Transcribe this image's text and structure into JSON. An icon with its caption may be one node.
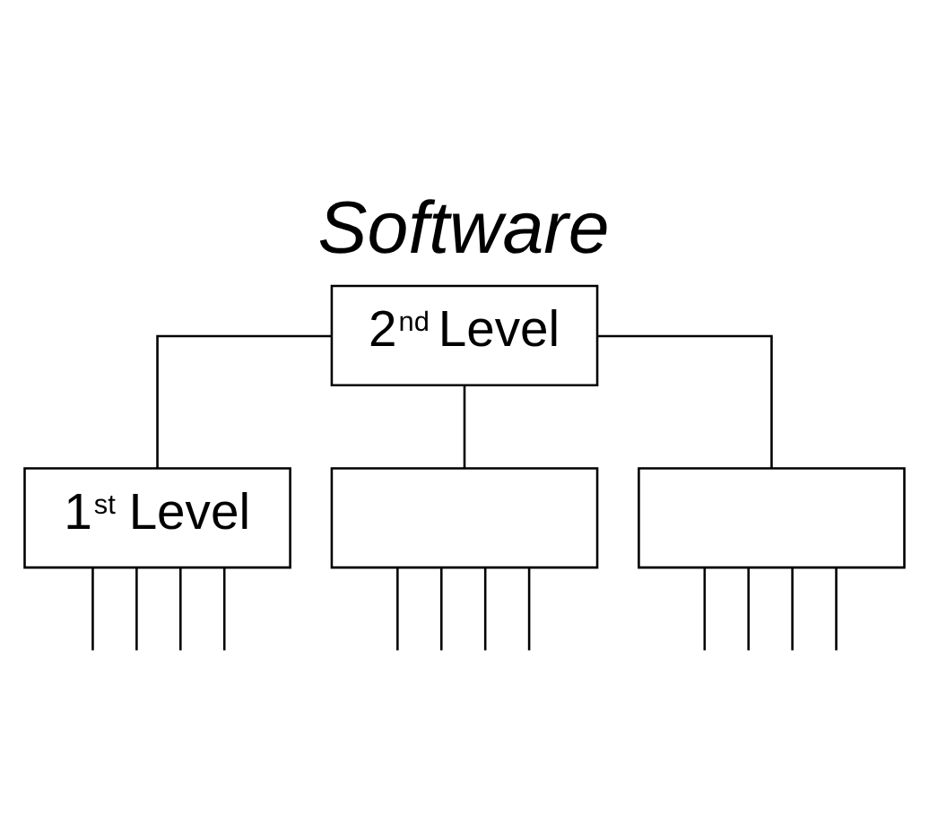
{
  "diagram": {
    "title": "Software",
    "nodes": [
      {
        "text": [
          "2$^{nd}$ Level"
        ]
      },
      {
        "text": [
          "1$^{st}$ Level"
        ]
      },
      {
        "text": [],
        "shape": "box"
      },
      {
        "text": [],
        "shape": "box"
      }
    ],
    "edges": [
      {
        "from": 0,
        "to": 1,
        "arrow": "none"
      },
      {
        "from": 0,
        "to": 2,
        "arrow": "none"
      },
      {
        "from": 0,
        "to": 3,
        "arrow": "none"
      },
      {
        "from": 1,
        "to": null,
        "arrow": "none"
      },
      {
        "from": 1,
        "to": null,
        "arrow": "none"
      },
      {
        "from": 1,
        "to": null,
        "arrow": "none"
      },
      {
        "from": 1,
        "to": null,
        "arrow": "none"
      },
      {
        "from": 2,
        "to": null,
        "arrow": "none"
      },
      {
        "from": 2,
        "to": null,
        "arrow": "none"
      },
      {
        "from": 2,
        "to": null,
        "arrow": "none"
      },
      {
        "from": 2,
        "to": null,
        "arrow": "none"
      },
      {
        "from": 3,
        "to": null,
        "arrow": "none"
      },
      {
        "from": 3,
        "to": null,
        "arrow": "none"
      },
      {
        "from": 3,
        "to": null,
        "arrow": "none"
      },
      {
        "from": 3,
        "to": null,
        "arrow": "none"
      }
    ]
  }
}
